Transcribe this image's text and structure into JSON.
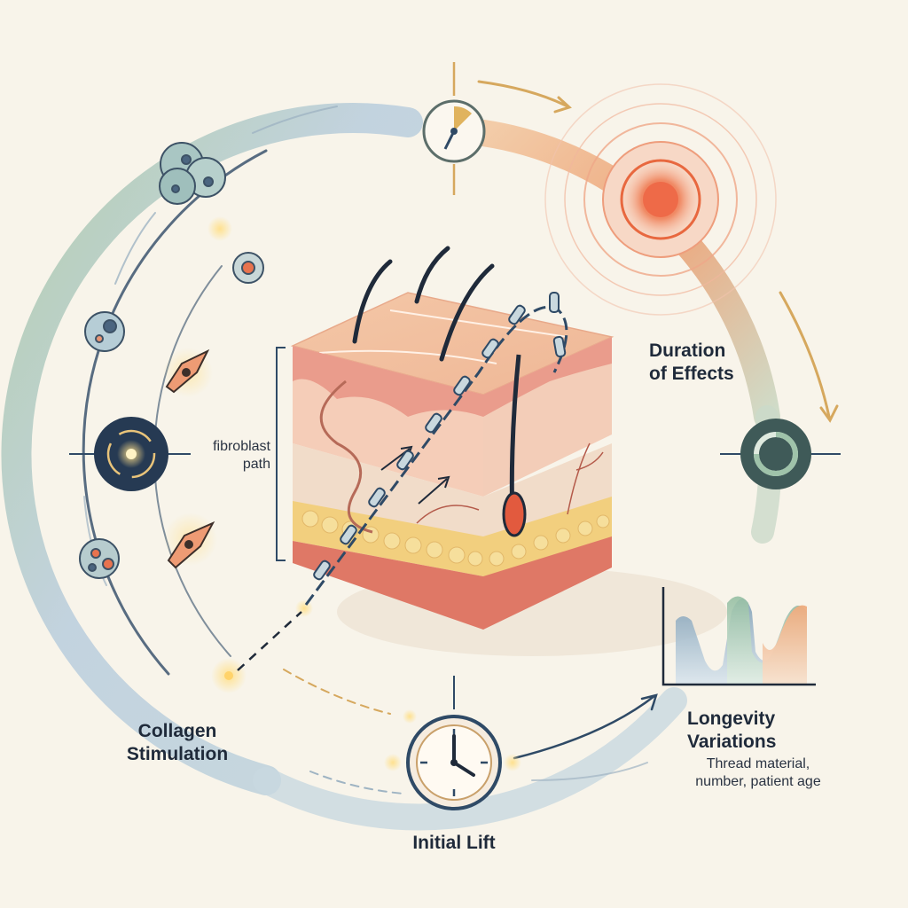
{
  "labels": {
    "duration_line1": "Duration",
    "duration_line2": "of Effects",
    "fibroblast_line1": "fibroblast",
    "fibroblast_line2": "path",
    "collagen_line1": "Collagen",
    "collagen_line2": "Stimulation",
    "longevity_line1": "Longevity",
    "longevity_line2": "Variations",
    "longevity_sub1": "Thread material,",
    "longevity_sub2": "number, patient age",
    "initial_lift": "Initial Lift"
  },
  "icons": {
    "top_node": "timer-icon",
    "top_right_node": "pulse-target-icon",
    "left_node": "glow-node-icon",
    "right_node": "progress-ring-icon",
    "bottom_node": "clock-icon",
    "cells": "cell-cluster-icon",
    "fibroblast_cell": "fibroblast-icon",
    "chart": "bar-chart-icon"
  },
  "colors": {
    "ring_green": "#a8c8a4",
    "ring_blue": "#b9cddd",
    "ring_orange": "#ec9a6a",
    "ring_red": "#e8683f",
    "node_dark": "#263a53",
    "chart_blue": "#7f9fb6",
    "chart_green": "#96bfa3",
    "chart_orange": "#eeab7d"
  }
}
